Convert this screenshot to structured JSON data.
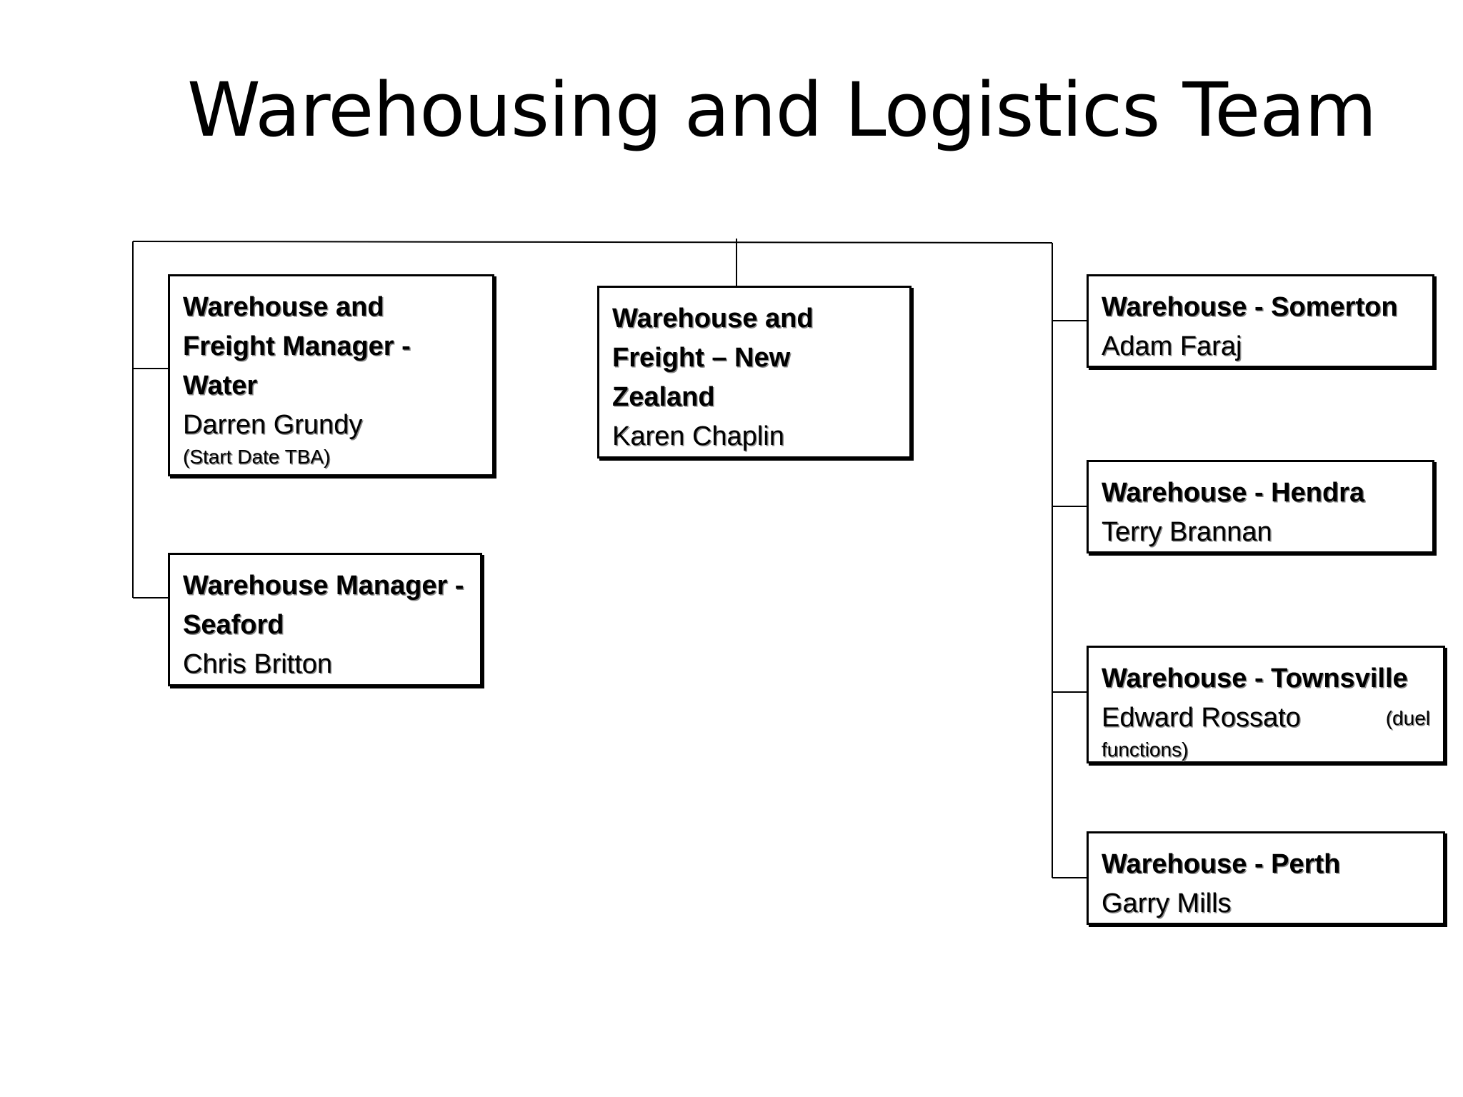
{
  "title": "Warehousing and Logistics Team",
  "colors": {
    "line": "#000000",
    "box_border": "#000000",
    "background": "#ffffff"
  },
  "boxes": {
    "water": {
      "role": "Warehouse and Freight Manager - Water",
      "person": "Darren Grundy",
      "note": "(Start Date TBA)"
    },
    "new_zealand": {
      "role": "Warehouse and Freight – New Zealand",
      "person": "Karen Chaplin"
    },
    "seaford": {
      "role": "Warehouse Manager - Seaford",
      "person": "Chris Britton"
    },
    "somerton": {
      "role": "Warehouse - Somerton",
      "person": "Adam Faraj"
    },
    "hendra": {
      "role": "Warehouse - Hendra",
      "person": "Terry Brannan"
    },
    "townsville": {
      "role": "Warehouse - Townsville",
      "person": "Edward Rossato",
      "note_right": "(duel",
      "note_next": "functions)"
    },
    "perth": {
      "role": "Warehouse - Perth",
      "person": "Garry Mills"
    }
  }
}
